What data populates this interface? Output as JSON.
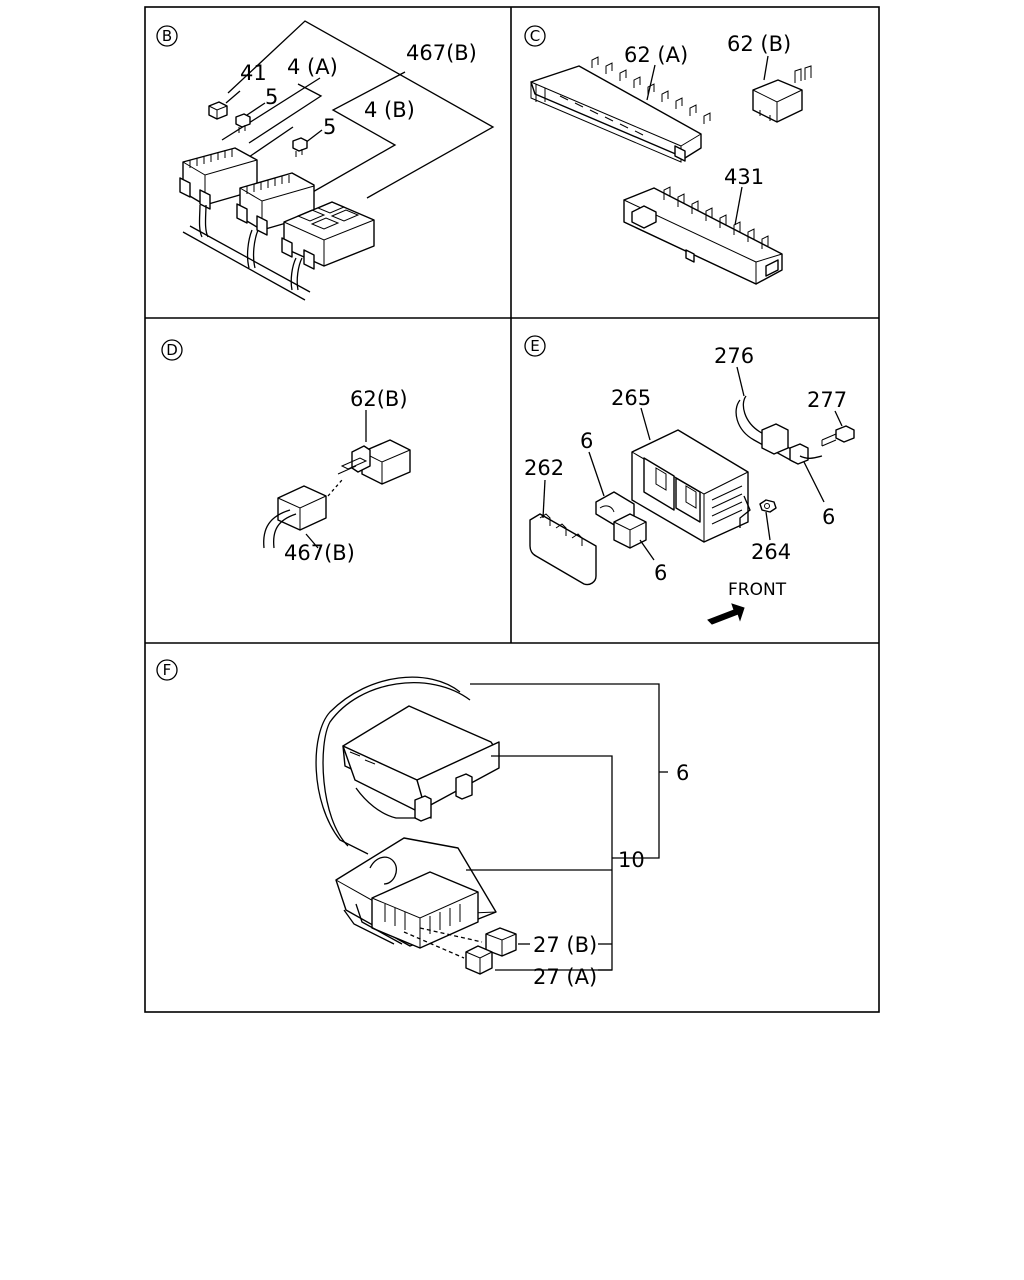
{
  "sections": {
    "B": {
      "letter": "B",
      "labels": {
        "p41": "41",
        "p4a": "4 (A)",
        "p467b": "467(B)",
        "p5a": "5",
        "p5b": "5",
        "p4b": "4 (B)"
      }
    },
    "C": {
      "letter": "C",
      "labels": {
        "p62a": "62 (A)",
        "p62b": "62 (B)",
        "p431": "431"
      }
    },
    "D": {
      "letter": "D",
      "labels": {
        "p62b": "62(B)",
        "p467b": "467(B)"
      }
    },
    "E": {
      "letter": "E",
      "labels": {
        "p276": "276",
        "p277": "277",
        "p265": "265",
        "p6a": "6",
        "p262": "262",
        "p6b": "6",
        "p264": "264",
        "p6c": "6",
        "front": "FRONT"
      }
    },
    "F": {
      "letter": "F",
      "labels": {
        "p6": "6",
        "p10": "10",
        "p27b": "27 (B)",
        "p27a": "27 (A)"
      }
    }
  }
}
